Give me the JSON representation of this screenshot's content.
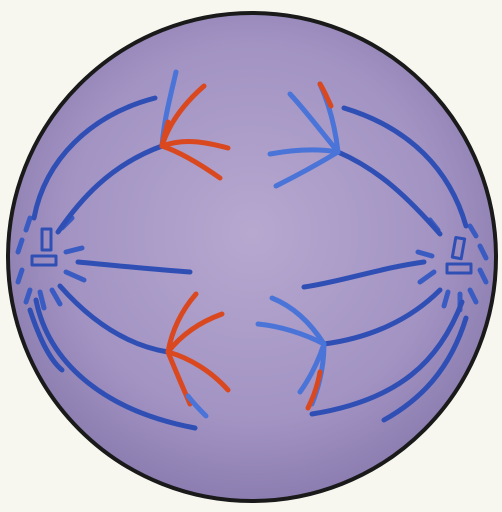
{
  "diagram": {
    "colors": {
      "background": "#f8f7ef",
      "cell_fill_center": "#b4a5cc",
      "cell_fill_edge": "#8e7fb2",
      "cell_outline": "#1a1a1a",
      "spindle_dark": "#2f4fb5",
      "spindle_light": "#4a74d8",
      "chromosome_red": "#d9481f"
    },
    "components": {
      "cell": "cell",
      "centrosomes": [
        "left-centrosome",
        "right-centrosome"
      ],
      "chromosome_groups": [
        "top-left",
        "top-right",
        "bottom-left",
        "bottom-right"
      ]
    }
  }
}
